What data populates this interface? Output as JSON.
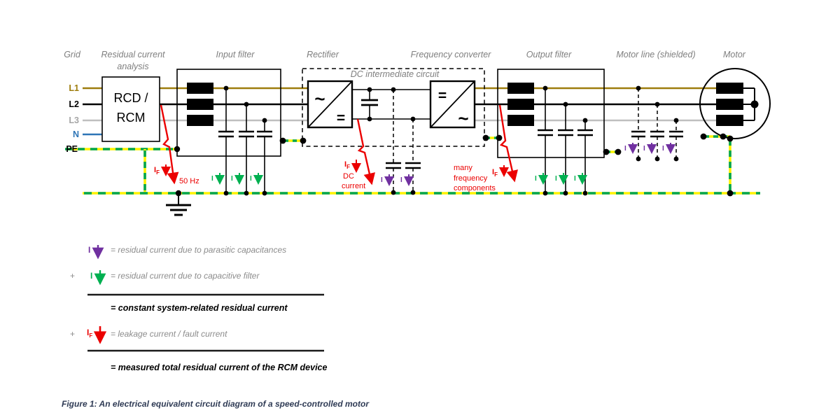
{
  "colors": {
    "l1_phase": "#9e7d0d",
    "l2_phase": "#000000",
    "l3_phase": "#bfbfbf",
    "neutral": "#2e75b6",
    "pe_green": "#00a550",
    "pe_yellow": "#fff200",
    "fault_red": "#eb0000",
    "filter_green": "#00b050",
    "parasitic_purple": "#7030a0",
    "header_gray": "#7f7f7f",
    "caption_navy": "#2f3b55"
  },
  "headers": {
    "grid": "Grid",
    "residual_line1": "Residual current",
    "residual_line2": "analysis",
    "input_filter": "Input filter",
    "rectifier": "Rectifier",
    "frequency_converter": "Frequency converter",
    "output_filter": "Output filter",
    "motor_line": "Motor line (shielded)",
    "motor": "Motor",
    "dc_intermediate": "DC intermediate circuit"
  },
  "conductors": {
    "l1": "L1",
    "l2": "L2",
    "l3": "L3",
    "n": "N",
    "pe": "PE"
  },
  "device": {
    "line1": "RCD /",
    "line2": "RCM"
  },
  "symbols": {
    "ac": "~",
    "dc": "="
  },
  "annotations": {
    "i": "I",
    "f_sub": "F",
    "hz50": "50 Hz",
    "dc_line1": "DC",
    "dc_line2": "current",
    "many_line1": "many",
    "many_line2": "frequency",
    "many_line3": "components",
    "plus": "+"
  },
  "legend": {
    "rows": [
      {
        "symbol": "I",
        "desc": "= residual current due to parasitic capacitances"
      },
      {
        "symbol": "I",
        "desc": "= residual current due to capacitive filter"
      },
      {
        "desc": "= constant system-related residual current"
      },
      {
        "symbol": "I",
        "sub": "F",
        "desc": "= leakage current / fault current"
      },
      {
        "desc": "= measured total residual current of the RCM device"
      }
    ]
  },
  "caption": "Figure 1: An electrical equivalent circuit diagram of a speed-controlled motor"
}
